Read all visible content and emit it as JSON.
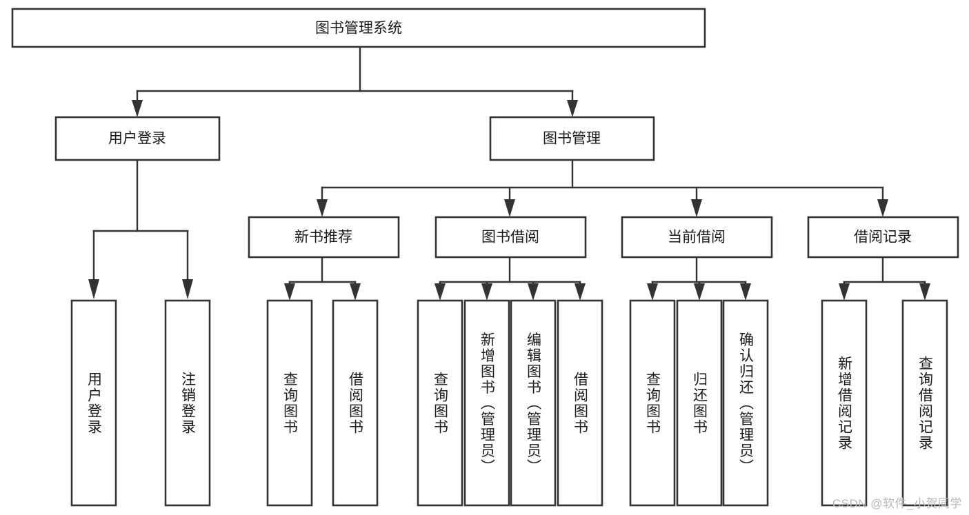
{
  "diagram": {
    "type": "tree",
    "title": "图书管理系统",
    "watermark": "CSDN @软件_小贺同学",
    "colors": {
      "box_stroke": "#333333",
      "box_fill": "#ffffff",
      "text": "#1a1a1a",
      "background": "#ffffff",
      "watermark": "#b9b9b9"
    },
    "nodes": {
      "root": {
        "label": "图书管理系统",
        "orientation": "horizontal"
      },
      "l1": [
        {
          "label": "用户登录",
          "orientation": "horizontal"
        },
        {
          "label": "图书管理",
          "orientation": "horizontal"
        }
      ],
      "l2": [
        {
          "label": "新书推荐",
          "orientation": "horizontal"
        },
        {
          "label": "图书借阅",
          "orientation": "horizontal"
        },
        {
          "label": "当前借阅",
          "orientation": "horizontal"
        },
        {
          "label": "借阅记录",
          "orientation": "horizontal"
        }
      ],
      "leaves_user_login": [
        {
          "label": "用户登录",
          "orientation": "vertical"
        },
        {
          "label": "注销登录",
          "orientation": "vertical"
        }
      ],
      "leaves_new_book": [
        {
          "label": "查询图书",
          "orientation": "vertical"
        },
        {
          "label": "借阅图书",
          "orientation": "vertical"
        }
      ],
      "leaves_borrow": [
        {
          "label": "查询图书",
          "orientation": "vertical"
        },
        {
          "label": "新增图书（管理员）",
          "orientation": "vertical"
        },
        {
          "label": "编辑图书（管理员）",
          "orientation": "vertical"
        },
        {
          "label": "借阅图书",
          "orientation": "vertical"
        }
      ],
      "leaves_current": [
        {
          "label": "查询图书",
          "orientation": "vertical"
        },
        {
          "label": "归还图书",
          "orientation": "vertical"
        },
        {
          "label": "确认归还（管理员）",
          "orientation": "vertical"
        }
      ],
      "leaves_record": [
        {
          "label": "新增借阅记录",
          "orientation": "vertical"
        },
        {
          "label": "查询借阅记录",
          "orientation": "vertical"
        }
      ]
    }
  }
}
